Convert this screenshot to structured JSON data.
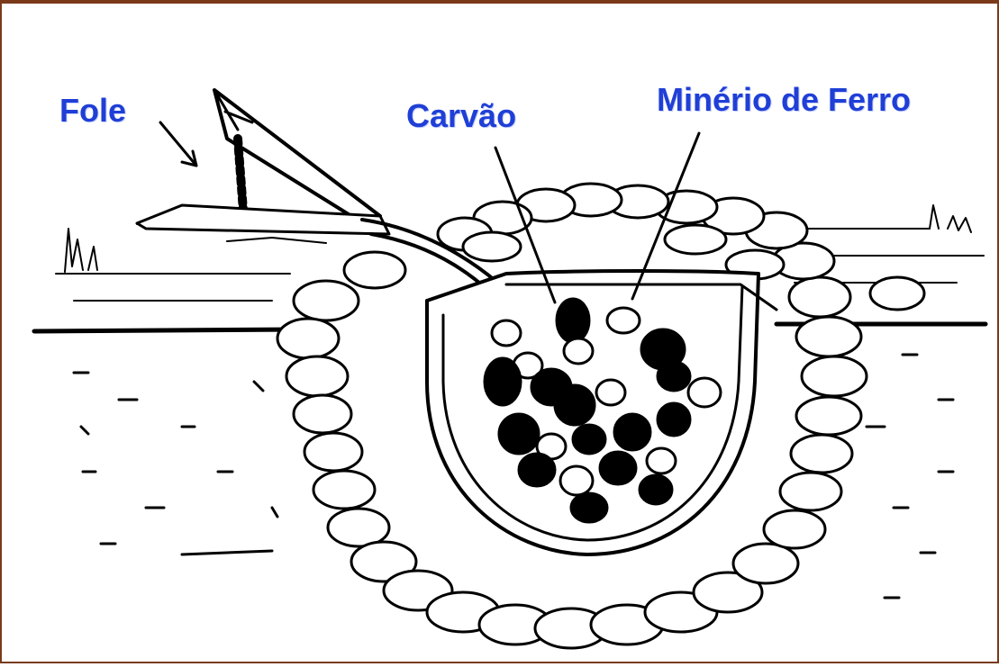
{
  "labels": {
    "fole": "Fole",
    "carvao": "Carvão",
    "minerio": "Minério de Ferro"
  },
  "colors": {
    "label": "#1f3fd6",
    "frame": "#7a3a1a",
    "ink": "#000000"
  }
}
